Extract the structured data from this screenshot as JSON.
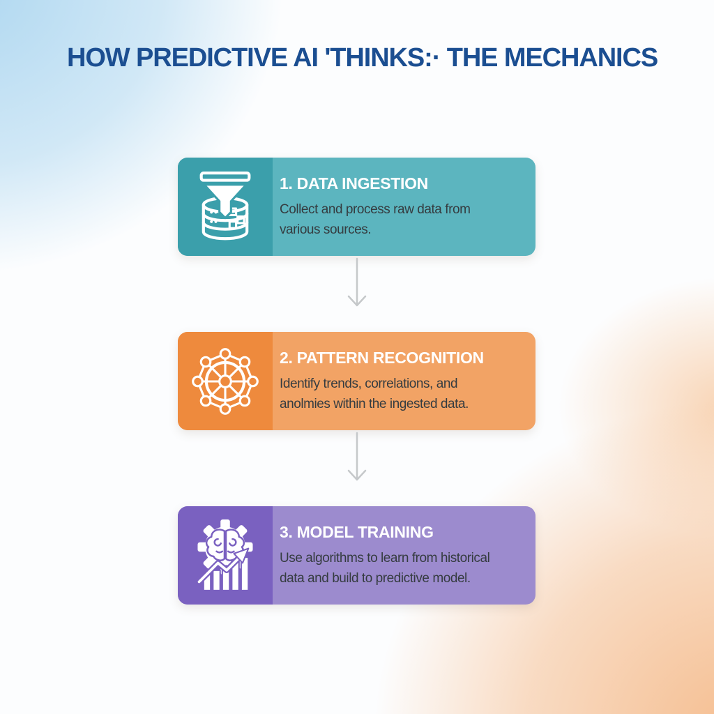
{
  "header": {
    "title": "HOW PREDICTIVE AI 'THINKS:· THE MECHANICS"
  },
  "steps": [
    {
      "label": "1. DATA INGESTION",
      "description_line1": "Collect and process raw data from",
      "description_line2": "various sources.",
      "icon": "funnel-database-icon",
      "color_dark": "#3B9FAB",
      "color_light": "#5CB5BF"
    },
    {
      "label": "2. PATTERN RECOGNITION",
      "description_line1": "Identify trends, correlations, and",
      "description_line2": "anolmies within the ingested data.",
      "icon": "network-wheel-icon",
      "color_dark": "#EE8A3D",
      "color_light": "#F2A365"
    },
    {
      "label": "3. MODEL TRAINING",
      "description_line1": "Use algorithms to learn from historical",
      "description_line2": "data and build to predictive model.",
      "icon": "gear-brain-chart-icon",
      "color_dark": "#7A61C0",
      "color_light": "#9C8BCE"
    }
  ],
  "colors": {
    "title_text": "#1B4E91",
    "step_title_text": "#FFFFFF",
    "step_description_text": "#353C40",
    "arrow": "#C5C8CA",
    "background_top_left": "#AED7F0",
    "background_bottom_right": "#F5BD8F",
    "background_mid": "#FCFDFE"
  }
}
